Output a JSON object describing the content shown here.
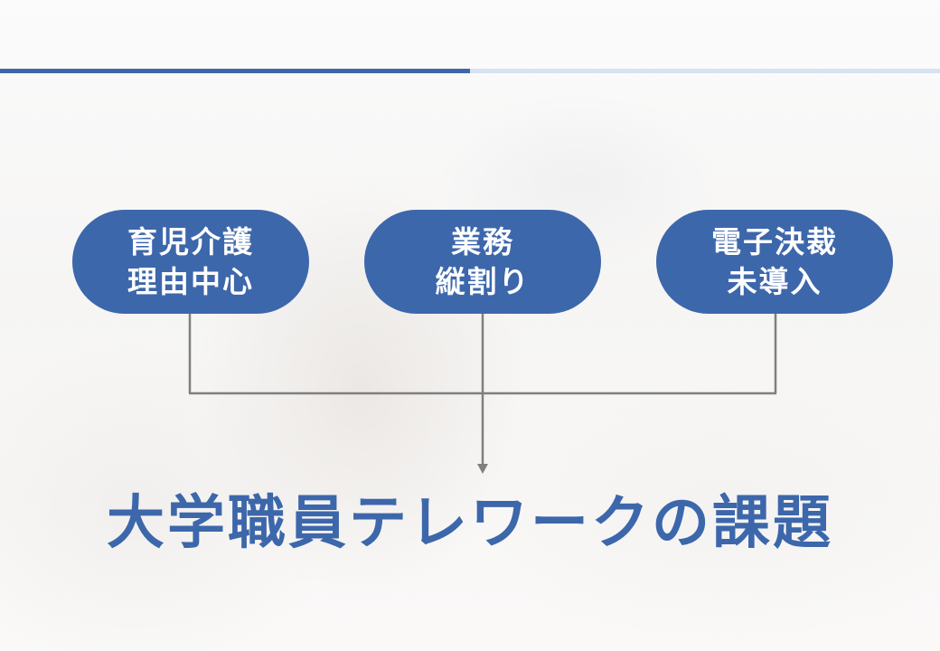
{
  "causes": [
    {
      "line1": "育児介護",
      "line2": "理由中心"
    },
    {
      "line1": "業務",
      "line2": "縦割り"
    },
    {
      "line1": "電子決裁",
      "line2": "未導入"
    }
  ],
  "result": "大学職員テレワークの課題",
  "colors": {
    "pill_fill": "#3d67ab",
    "pill_text": "#ffffff",
    "connector": "#7f7f7f",
    "title_text": "#3d67ab",
    "rule_dark": "#3f66a9",
    "rule_light": "#d7e2f3"
  }
}
